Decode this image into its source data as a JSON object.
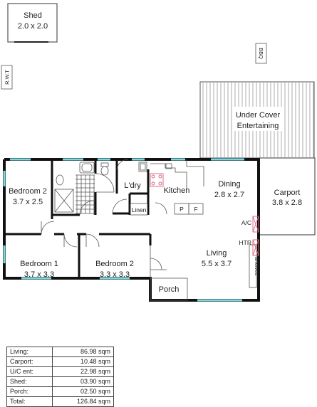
{
  "rooms": {
    "shed": {
      "name": "Shed",
      "size": "2.0 x 2.0"
    },
    "bedroom2_top": {
      "name": "Bedroom 2",
      "size": "3.7 x 2.5"
    },
    "bedroom1": {
      "name": "Bedroom 1",
      "size": "3.7 x 3.3"
    },
    "bedroom2_bottom": {
      "name": "Bedroom 2",
      "size": "3.3 x 3.3"
    },
    "laundry": {
      "name": "L'dry"
    },
    "linen": {
      "name": "Linen"
    },
    "kitchen": {
      "name": "Kitchen"
    },
    "dining": {
      "name": "Dining",
      "size": "2.8 x 2.7"
    },
    "living": {
      "name": "Living",
      "size": "5.5 x 3.7"
    },
    "carport": {
      "name": "Carport",
      "size": "3.8 x 2.8"
    },
    "undercover": {
      "line1": "Under Cover",
      "line2": "Entertaining"
    },
    "porch": {
      "name": "Porch"
    }
  },
  "labels": {
    "rwt": "R.W.T",
    "bbq": "BBQ",
    "ac": "A/C",
    "htr": "HTR",
    "shelves": "Shelves",
    "fridge_p": "P",
    "fridge_f": "F"
  },
  "areas": [
    {
      "label": "Living:",
      "value": "86.98 sqm"
    },
    {
      "label": "Carport:",
      "value": "10.48 sqm"
    },
    {
      "label": "U/C ent:",
      "value": "22.98 sqm"
    },
    {
      "label": "Shed:",
      "value": "03.90 sqm"
    },
    {
      "label": "Porch:",
      "value": "02.50 sqm"
    },
    {
      "label": "Total:",
      "value": "126.84 sqm"
    }
  ],
  "colors": {
    "wall": "#111111",
    "window": "#7fd6e0",
    "thin": "#555555",
    "pink": "#d9607a"
  }
}
